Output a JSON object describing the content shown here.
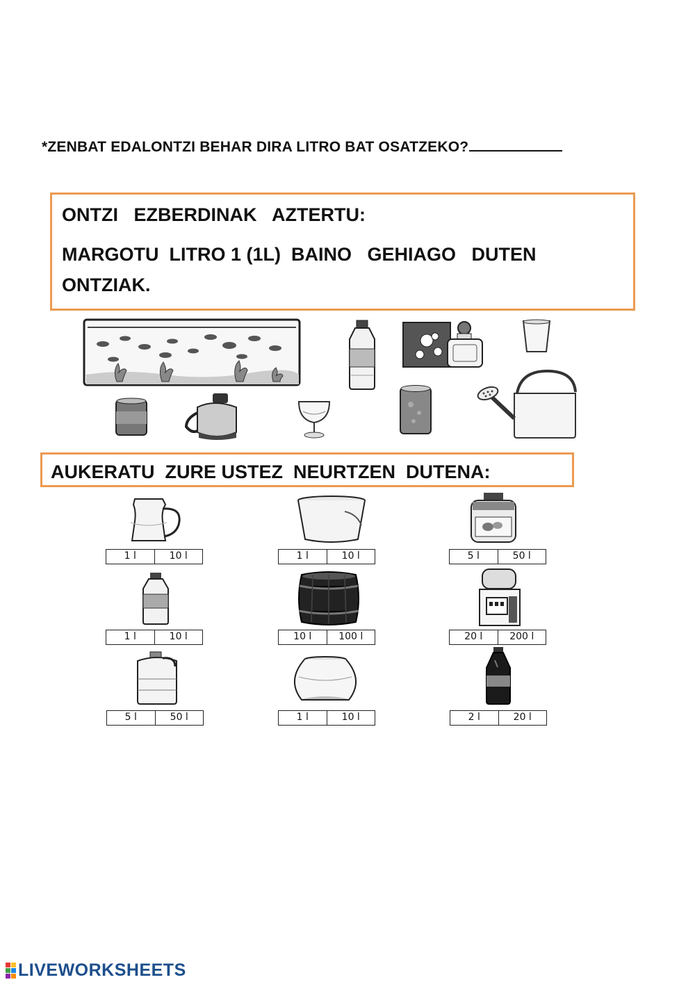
{
  "question": "*ZENBAT EDALONTZI  BEHAR DIRA LITRO BAT OSATZEKO?",
  "box1": {
    "line1": "ONTZI   EZBERDINAK   AZTERTU:",
    "line2": "MARGOTU  LITRO 1 (1L)  BAINO   GEHIAGO   DUTEN",
    "line3": "ONTZIAK."
  },
  "box2": {
    "label": "AUKERATU  ZURE USTEZ  NEURTZEN  DUTENA:"
  },
  "containers": [
    "aquarium",
    "water-bottle",
    "perfume-box",
    "glass",
    "can",
    "thermos",
    "wine-glass",
    "tall-can",
    "watering-can"
  ],
  "measure_items": [
    {
      "object": "pitcher",
      "options": [
        "1 l",
        "10 l"
      ]
    },
    {
      "object": "bucket",
      "options": [
        "1 l",
        "10 l"
      ]
    },
    {
      "object": "jar",
      "options": [
        "5 l",
        "50 l"
      ]
    },
    {
      "object": "small-bottle",
      "options": [
        "1 l",
        "10 l"
      ]
    },
    {
      "object": "barrel",
      "options": [
        "10 l",
        "100 l"
      ]
    },
    {
      "object": "water-cooler",
      "options": [
        "20 l",
        "200 l"
      ]
    },
    {
      "object": "water-jug",
      "options": [
        "5 l",
        "50 l"
      ]
    },
    {
      "object": "fishbowl",
      "options": [
        "1 l",
        "10 l"
      ]
    },
    {
      "object": "soda-bottle",
      "options": [
        "2 l",
        "20 l"
      ]
    }
  ],
  "footer": {
    "brand": "LIVEWORKSHEETS",
    "colors": [
      "#e53935",
      "#fbc02d",
      "#43a047",
      "#1e88e5",
      "#8e24aa",
      "#fb8c00"
    ]
  }
}
